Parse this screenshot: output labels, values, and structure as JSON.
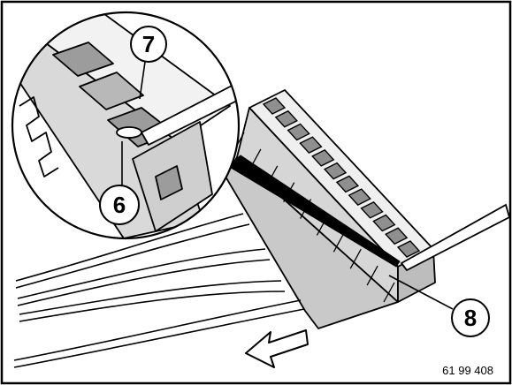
{
  "figure": {
    "reference_number": "61 99 408",
    "callouts": [
      {
        "label": "7"
      },
      {
        "label": "6"
      },
      {
        "label": "8"
      }
    ],
    "icons": [
      "direction-arrow-icon",
      "screwdriver-icon"
    ],
    "colors": {
      "line": "#000000",
      "background": "#ffffff",
      "shading": "#d9d9d9",
      "dark_shading": "#9a9a9a"
    }
  }
}
